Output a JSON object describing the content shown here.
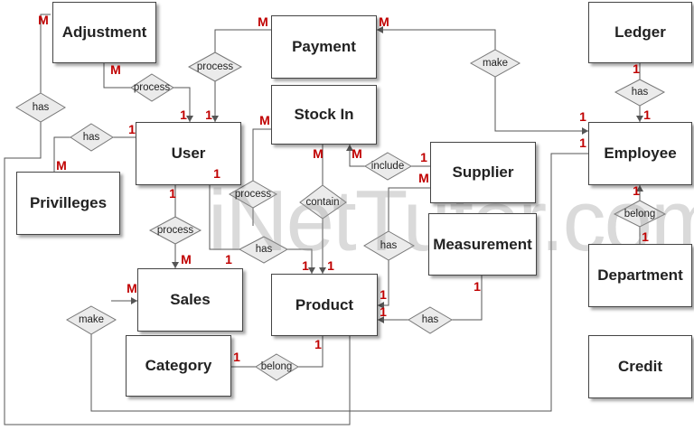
{
  "entities": {
    "adjustment": "Adjustment",
    "payment": "Payment",
    "ledger": "Ledger",
    "stock_in": "Stock In",
    "user": "User",
    "supplier": "Supplier",
    "employee": "Employee",
    "privilleges": "Privilleges",
    "measurement": "Measurement",
    "sales": "Sales",
    "product": "Product",
    "department": "Department",
    "category": "Category",
    "credit": "Credit"
  },
  "relationships": {
    "process_payment": "process",
    "make_payment": "make",
    "process_adjustment": "process",
    "has_adjustment": "has",
    "has_ledger": "has",
    "has_privilleges": "has",
    "include_supplier": "include",
    "process_stockin": "process",
    "contain_stockin": "contain",
    "belong_department": "belong",
    "process_sales": "process",
    "has_user_product": "has",
    "has_supplier_measure": "has",
    "make_sales": "make",
    "has_measurement": "has",
    "belong_category": "belong"
  },
  "cardinalities": [
    "M",
    "M",
    "M",
    "M",
    "1",
    "1",
    "1",
    "M",
    "1",
    "1",
    "1",
    "M",
    "M",
    "1",
    "M",
    "1",
    "1",
    "1",
    "1",
    "1",
    "M",
    "M",
    "1",
    "1",
    "1",
    "1",
    "1",
    "1",
    "1",
    "M",
    "1"
  ],
  "watermark": "iNetTutor.com"
}
